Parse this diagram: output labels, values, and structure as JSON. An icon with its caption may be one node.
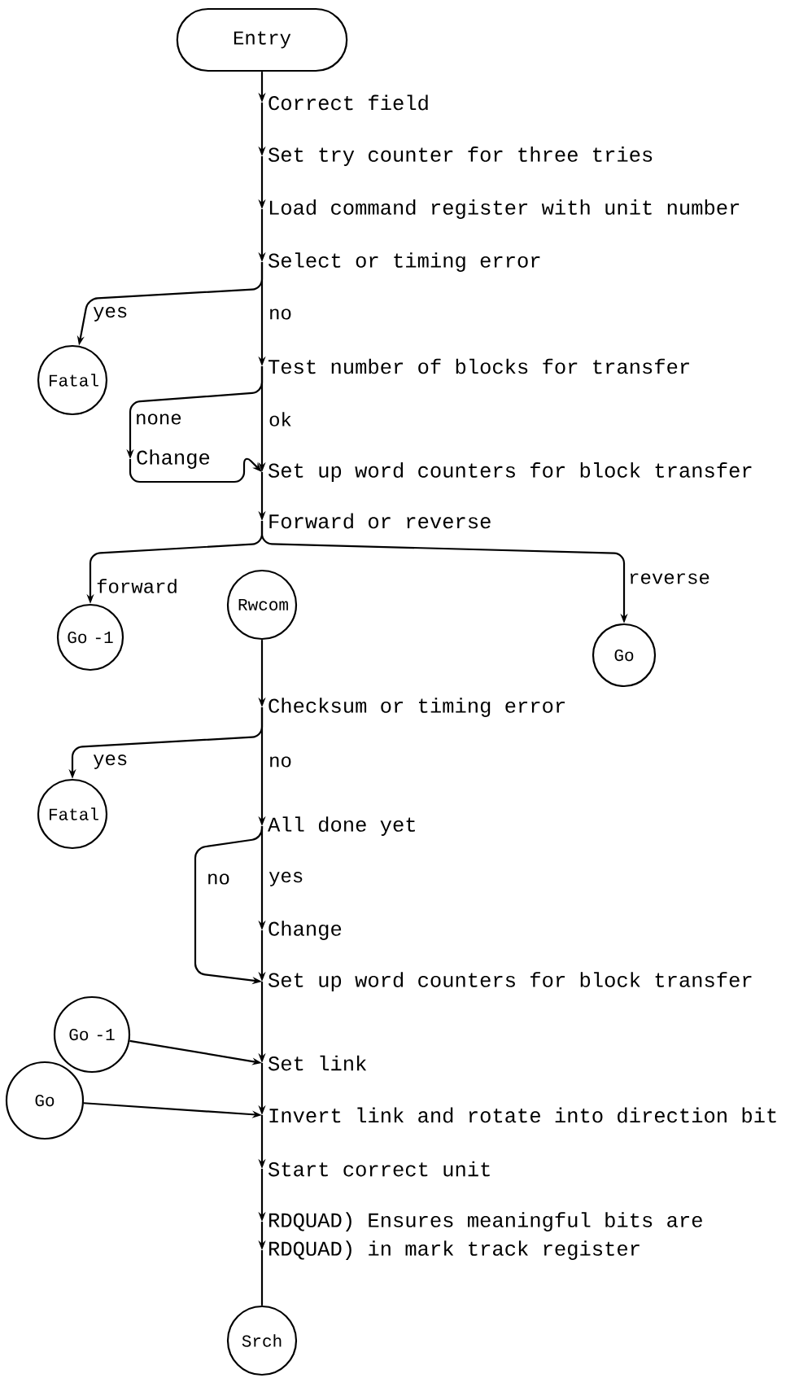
{
  "diagram": {
    "nodes": [
      {
        "text": [
          "Entry"
        ]
      },
      {
        "text": [
          "Correct field"
        ]
      },
      {
        "text": [
          "Set try counter for three tries"
        ]
      },
      {
        "text": [
          "Load command register with unit number"
        ]
      },
      {
        "text": [
          "Select or timing error"
        ]
      },
      {
        "text": [
          "Fatal"
        ]
      },
      {
        "text": [
          "Test number of blocks for transfer"
        ]
      },
      {
        "text": [
          "Change"
        ]
      },
      {
        "text": [
          "Set up word counters for block transfer"
        ]
      },
      {
        "text": [
          "Forward or reverse"
        ]
      },
      {
        "text": [
          "Go -1"
        ]
      },
      {
        "text": [
          "Rwcom"
        ]
      },
      {
        "text": [
          "Go"
        ]
      },
      {
        "text": [
          "Checksum or timing error"
        ]
      },
      {
        "text": [
          "Fatal"
        ]
      },
      {
        "text": [
          "All done yet"
        ]
      },
      {
        "text": [
          "Change"
        ]
      },
      {
        "text": [
          "Set up word counters for block transfer"
        ]
      },
      {
        "text": [
          "Go -1"
        ]
      },
      {
        "text": [
          "Set link"
        ]
      },
      {
        "text": [
          "Go"
        ]
      },
      {
        "text": [
          "Invert link and rotate into direction bit"
        ]
      },
      {
        "text": [
          "Start correct unit"
        ]
      },
      {
        "text": [
          "RDQUAD) Ensures meaningful bits are"
        ]
      },
      {
        "text": [
          "RDQUAD) in mark track register"
        ]
      },
      {
        "text": [
          "Srch"
        ]
      }
    ],
    "edges": [
      {
        "from": 0,
        "to": 1,
        "arrow": "to"
      },
      {
        "from": 1,
        "to": 2,
        "arrow": "to"
      },
      {
        "from": 2,
        "to": 3,
        "arrow": "to"
      },
      {
        "from": 3,
        "to": 4,
        "arrow": "to"
      },
      {
        "from": 4,
        "to": 5,
        "arrow": "to",
        "label": "yes"
      },
      {
        "from": 4,
        "to": 6,
        "arrow": "to",
        "label": "no"
      },
      {
        "from": 6,
        "to": 7,
        "arrow": "to",
        "label": "none"
      },
      {
        "from": 6,
        "to": 8,
        "arrow": "to",
        "label": "ok"
      },
      {
        "from": 7,
        "to": 8,
        "arrow": "to"
      },
      {
        "from": 8,
        "to": 9,
        "arrow": "to"
      },
      {
        "from": 9,
        "to": 10,
        "arrow": "to",
        "label": "forward"
      },
      {
        "from": 9,
        "to": 12,
        "arrow": "to",
        "label": "reverse"
      },
      {
        "from": 11,
        "to": 13,
        "arrow": "to"
      },
      {
        "from": 13,
        "to": 14,
        "arrow": "to",
        "label": "yes"
      },
      {
        "from": 13,
        "to": 15,
        "arrow": "to",
        "label": "no"
      },
      {
        "from": 15,
        "to": 17,
        "arrow": "to",
        "label": "no"
      },
      {
        "from": 15,
        "to": 16,
        "arrow": "to",
        "label": "yes"
      },
      {
        "from": 16,
        "to": 17,
        "arrow": "to"
      },
      {
        "from": 17,
        "to": 19,
        "arrow": "to"
      },
      {
        "from": 18,
        "to": 19,
        "arrow": "to"
      },
      {
        "from": 19,
        "to": 21,
        "arrow": "to"
      },
      {
        "from": 20,
        "to": 21,
        "arrow": "to"
      },
      {
        "from": 21,
        "to": 22,
        "arrow": "to"
      },
      {
        "from": 22,
        "to": 23,
        "arrow": "to"
      },
      {
        "from": 23,
        "to": 24,
        "arrow": "to"
      },
      {
        "from": 24,
        "to": 25,
        "arrow": "none"
      }
    ]
  }
}
